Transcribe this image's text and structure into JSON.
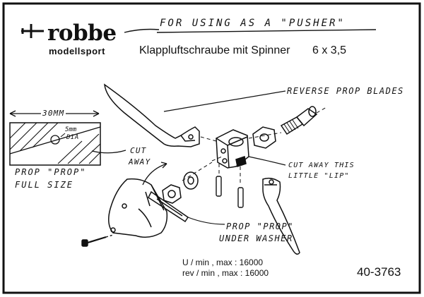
{
  "brand": {
    "name": "robbe",
    "tagline": "modellsport"
  },
  "header_note": "FOR USING AS A \"PUSHER\"",
  "title": "Klappluftschraube mit Spinner",
  "size": "6 x 3,5",
  "prop_template": {
    "dimension": "30MM",
    "hole_size": "5mm",
    "hole_unit": "DIA",
    "label_line1": "PROP \"PROP\"",
    "label_line2": "FULL SIZE",
    "cut_line1": "CUT",
    "cut_line2": "AWAY"
  },
  "annotations": {
    "reverse_blades": "REVERSE PROP BLADES",
    "cut_lip_line1": "CUT AWAY THIS",
    "cut_lip_line2": "LITTLE \"LIP\"",
    "prop_washer_line1": "PROP \"PROP\"",
    "prop_washer_line2": "UNDER WASHER"
  },
  "specs": {
    "line1": "U / min    , max : 16000",
    "line2": "rev / min , max : 16000"
  },
  "part_number": "40-3763"
}
